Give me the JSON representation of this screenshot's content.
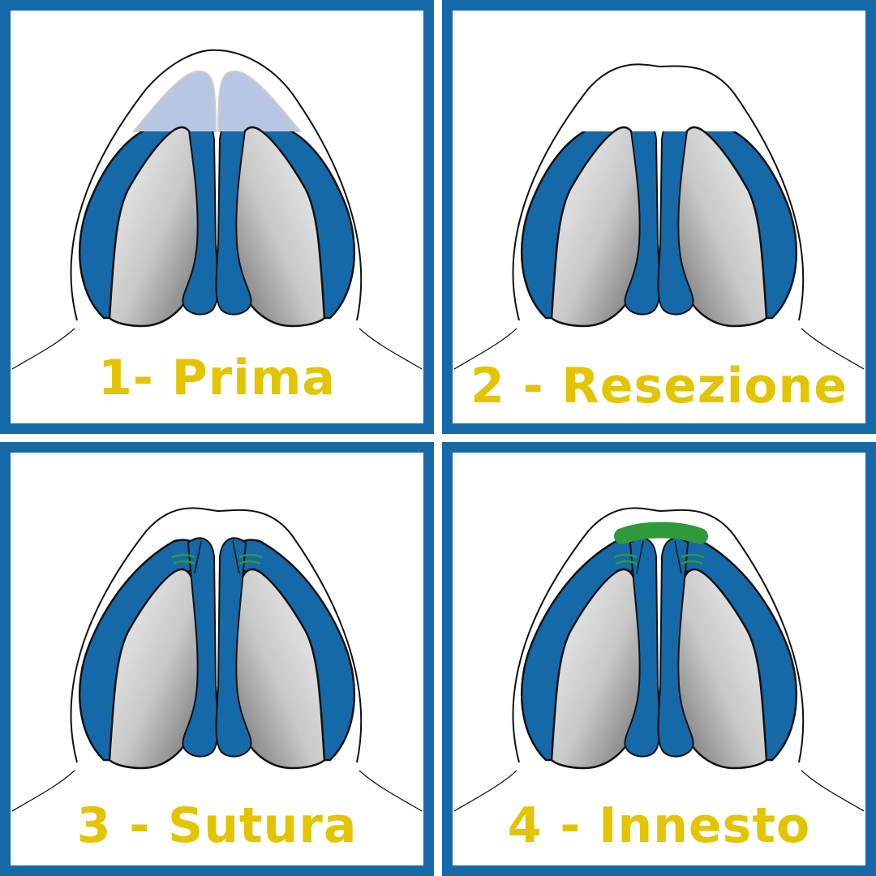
{
  "colors": {
    "border": "#1569a8",
    "cartilage": "#1569a8",
    "label": "#e2c400",
    "graft": "#2e9a3a",
    "resected": "#b9c6e3"
  },
  "panels": [
    {
      "label": "1- Prima",
      "variant": "before"
    },
    {
      "label": "2 - Resezione",
      "variant": "resection"
    },
    {
      "label": "3 - Sutura",
      "variant": "suture"
    },
    {
      "label": "4 - Innesto",
      "variant": "graft"
    }
  ]
}
